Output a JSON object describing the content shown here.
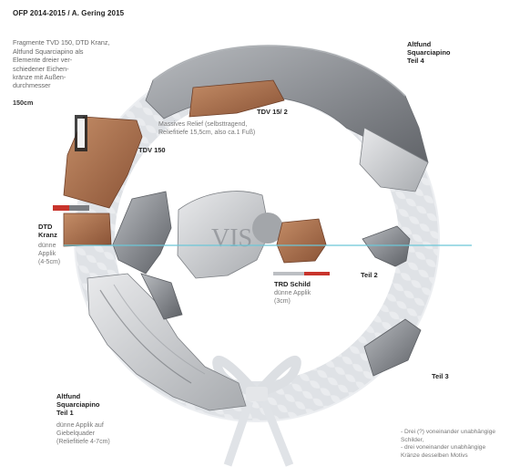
{
  "title": "OFP 2014-2015 / A. Gering 2015",
  "intro": {
    "text": "Fragmente TVD 150, DTD Kranz,\nAltfund Squarciapino als\nElemente dreier ver-\nschiedener Eichen-\nkränze mit Außen-\ndurchmesser",
    "size": "150cm"
  },
  "labels": {
    "altfund4": "Altfund\nSquarciapino\nTeil 4",
    "tdv15_2": "TDV 15/ 2",
    "tdv15_2_desc": "Massives Relief (selbsttragend,\nReliefitiefe 15,5cm, also ca.1 Fuß)",
    "tdv150": "TDV 150",
    "dtd": "DTD\nKranz",
    "dtd_desc": "dünne\nApplik\n(4-5cm)",
    "teil2": "Teil 2",
    "trd": "TRD Schild",
    "trd_desc": "dünne Applik\n(3cm)",
    "teil3": "Teil 3",
    "altfund1": "Altfund\nSquarciapino\nTeil 1",
    "altfund1_desc": "dünne Applik auf\nGiebelquader\n(Reliefitiefe 4-7cm)",
    "notes": "- Drei (?) voneinander unabhängige\nSchilder,\n- drei voneinander unabhängige\nKränze desselben Motivs"
  },
  "colors": {
    "wreath": "#dfe2e6",
    "stone_gray": "#8c8f93",
    "stone_brown": "#a8704e",
    "horizon_line": "#6cc7d8",
    "scale_red": "#c8342c"
  }
}
